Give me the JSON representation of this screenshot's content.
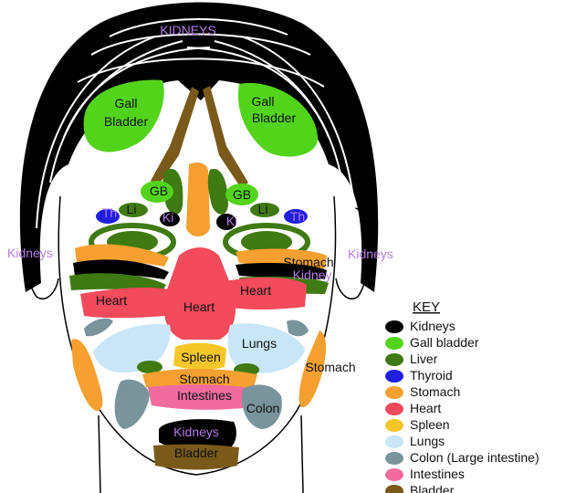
{
  "colors": {
    "kidneys": "#000000",
    "gall_bladder": "#52d41a",
    "liver": "#3f7a12",
    "thyroid": "#1f1fe0",
    "stomach": "#f5a030",
    "heart": "#f24b5c",
    "spleen": "#f5c628",
    "lungs": "#c8e6f7",
    "colon": "#7a949c",
    "intestines": "#f06b9e",
    "bladder": "#7a5a1a",
    "label_purple": "#b57be8"
  },
  "labels": {
    "kidneys_top": "KIDNEYS",
    "gall_left_1": "Gall",
    "gall_left_2": "Bladder",
    "gall_right_1": "Gall",
    "gall_right_2": "Bladder",
    "gb_left": "GB",
    "gb_right": "GB",
    "th_left": "Th",
    "th_right": "Th",
    "li_left": "Li",
    "li_right": "Li",
    "ki_left": "Ki",
    "ki_right": "Ki",
    "kidneys_left": "Kidneys",
    "kidneys_right": "Kidneys",
    "stomach_right_cheek": "Stomach",
    "kidney_right_small": "Kidney",
    "heart_left": "Heart",
    "heart_center": "Heart",
    "heart_right": "Heart",
    "lungs": "Lungs",
    "spleen": "Spleen",
    "stomach_center": "Stomach",
    "intestines": "Intestines",
    "stomach_jaw": "Stomach",
    "colon": "Colon",
    "kidneys_chin": "Kidneys",
    "bladder": "Bladder"
  },
  "key": {
    "title": "KEY",
    "items": [
      {
        "label": "Kidneys",
        "color": "#000000",
        "name": "kidneys"
      },
      {
        "label": "Gall bladder",
        "color": "#52d41a",
        "name": "gall-bladder"
      },
      {
        "label": "Liver",
        "color": "#3f7a12",
        "name": "liver"
      },
      {
        "label": "Thyroid",
        "color": "#1f1fe0",
        "name": "thyroid"
      },
      {
        "label": "Stomach",
        "color": "#f5a030",
        "name": "stomach"
      },
      {
        "label": "Heart",
        "color": "#f24b5c",
        "name": "heart"
      },
      {
        "label": "Spleen",
        "color": "#f5c628",
        "name": "spleen"
      },
      {
        "label": "Lungs",
        "color": "#c8e6f7",
        "name": "lungs"
      },
      {
        "label": "Colon (Large intestine)",
        "color": "#7a949c",
        "name": "colon"
      },
      {
        "label": "Intestines",
        "color": "#f06b9e",
        "name": "intestines"
      },
      {
        "label": "Bladder",
        "color": "#7a5a1a",
        "name": "bladder"
      }
    ]
  }
}
